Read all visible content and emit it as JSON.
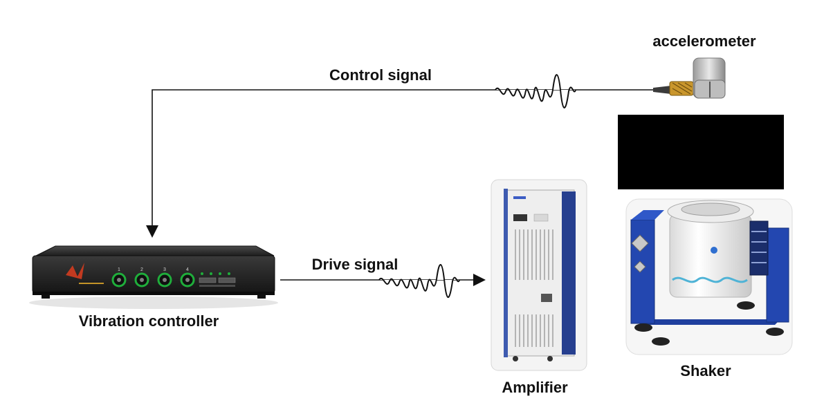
{
  "labels": {
    "accelerometer": "accelerometer",
    "control_signal": "Control signal",
    "drive_signal": "Drive signal",
    "vibration_controller": "Vibration controller",
    "amplifier": "Amplifier",
    "shaker": "Shaker"
  },
  "controller_panel": {
    "channels": [
      "1",
      "2",
      "3",
      "4"
    ]
  },
  "colors": {
    "line": "#111111",
    "redaction_box": "#000000",
    "controller_body": "#2b2b2b",
    "channel_ring": "#1fae3b",
    "amplifier_panel": "#f0f0f0",
    "shaker_frame": "#1f3f9e"
  }
}
